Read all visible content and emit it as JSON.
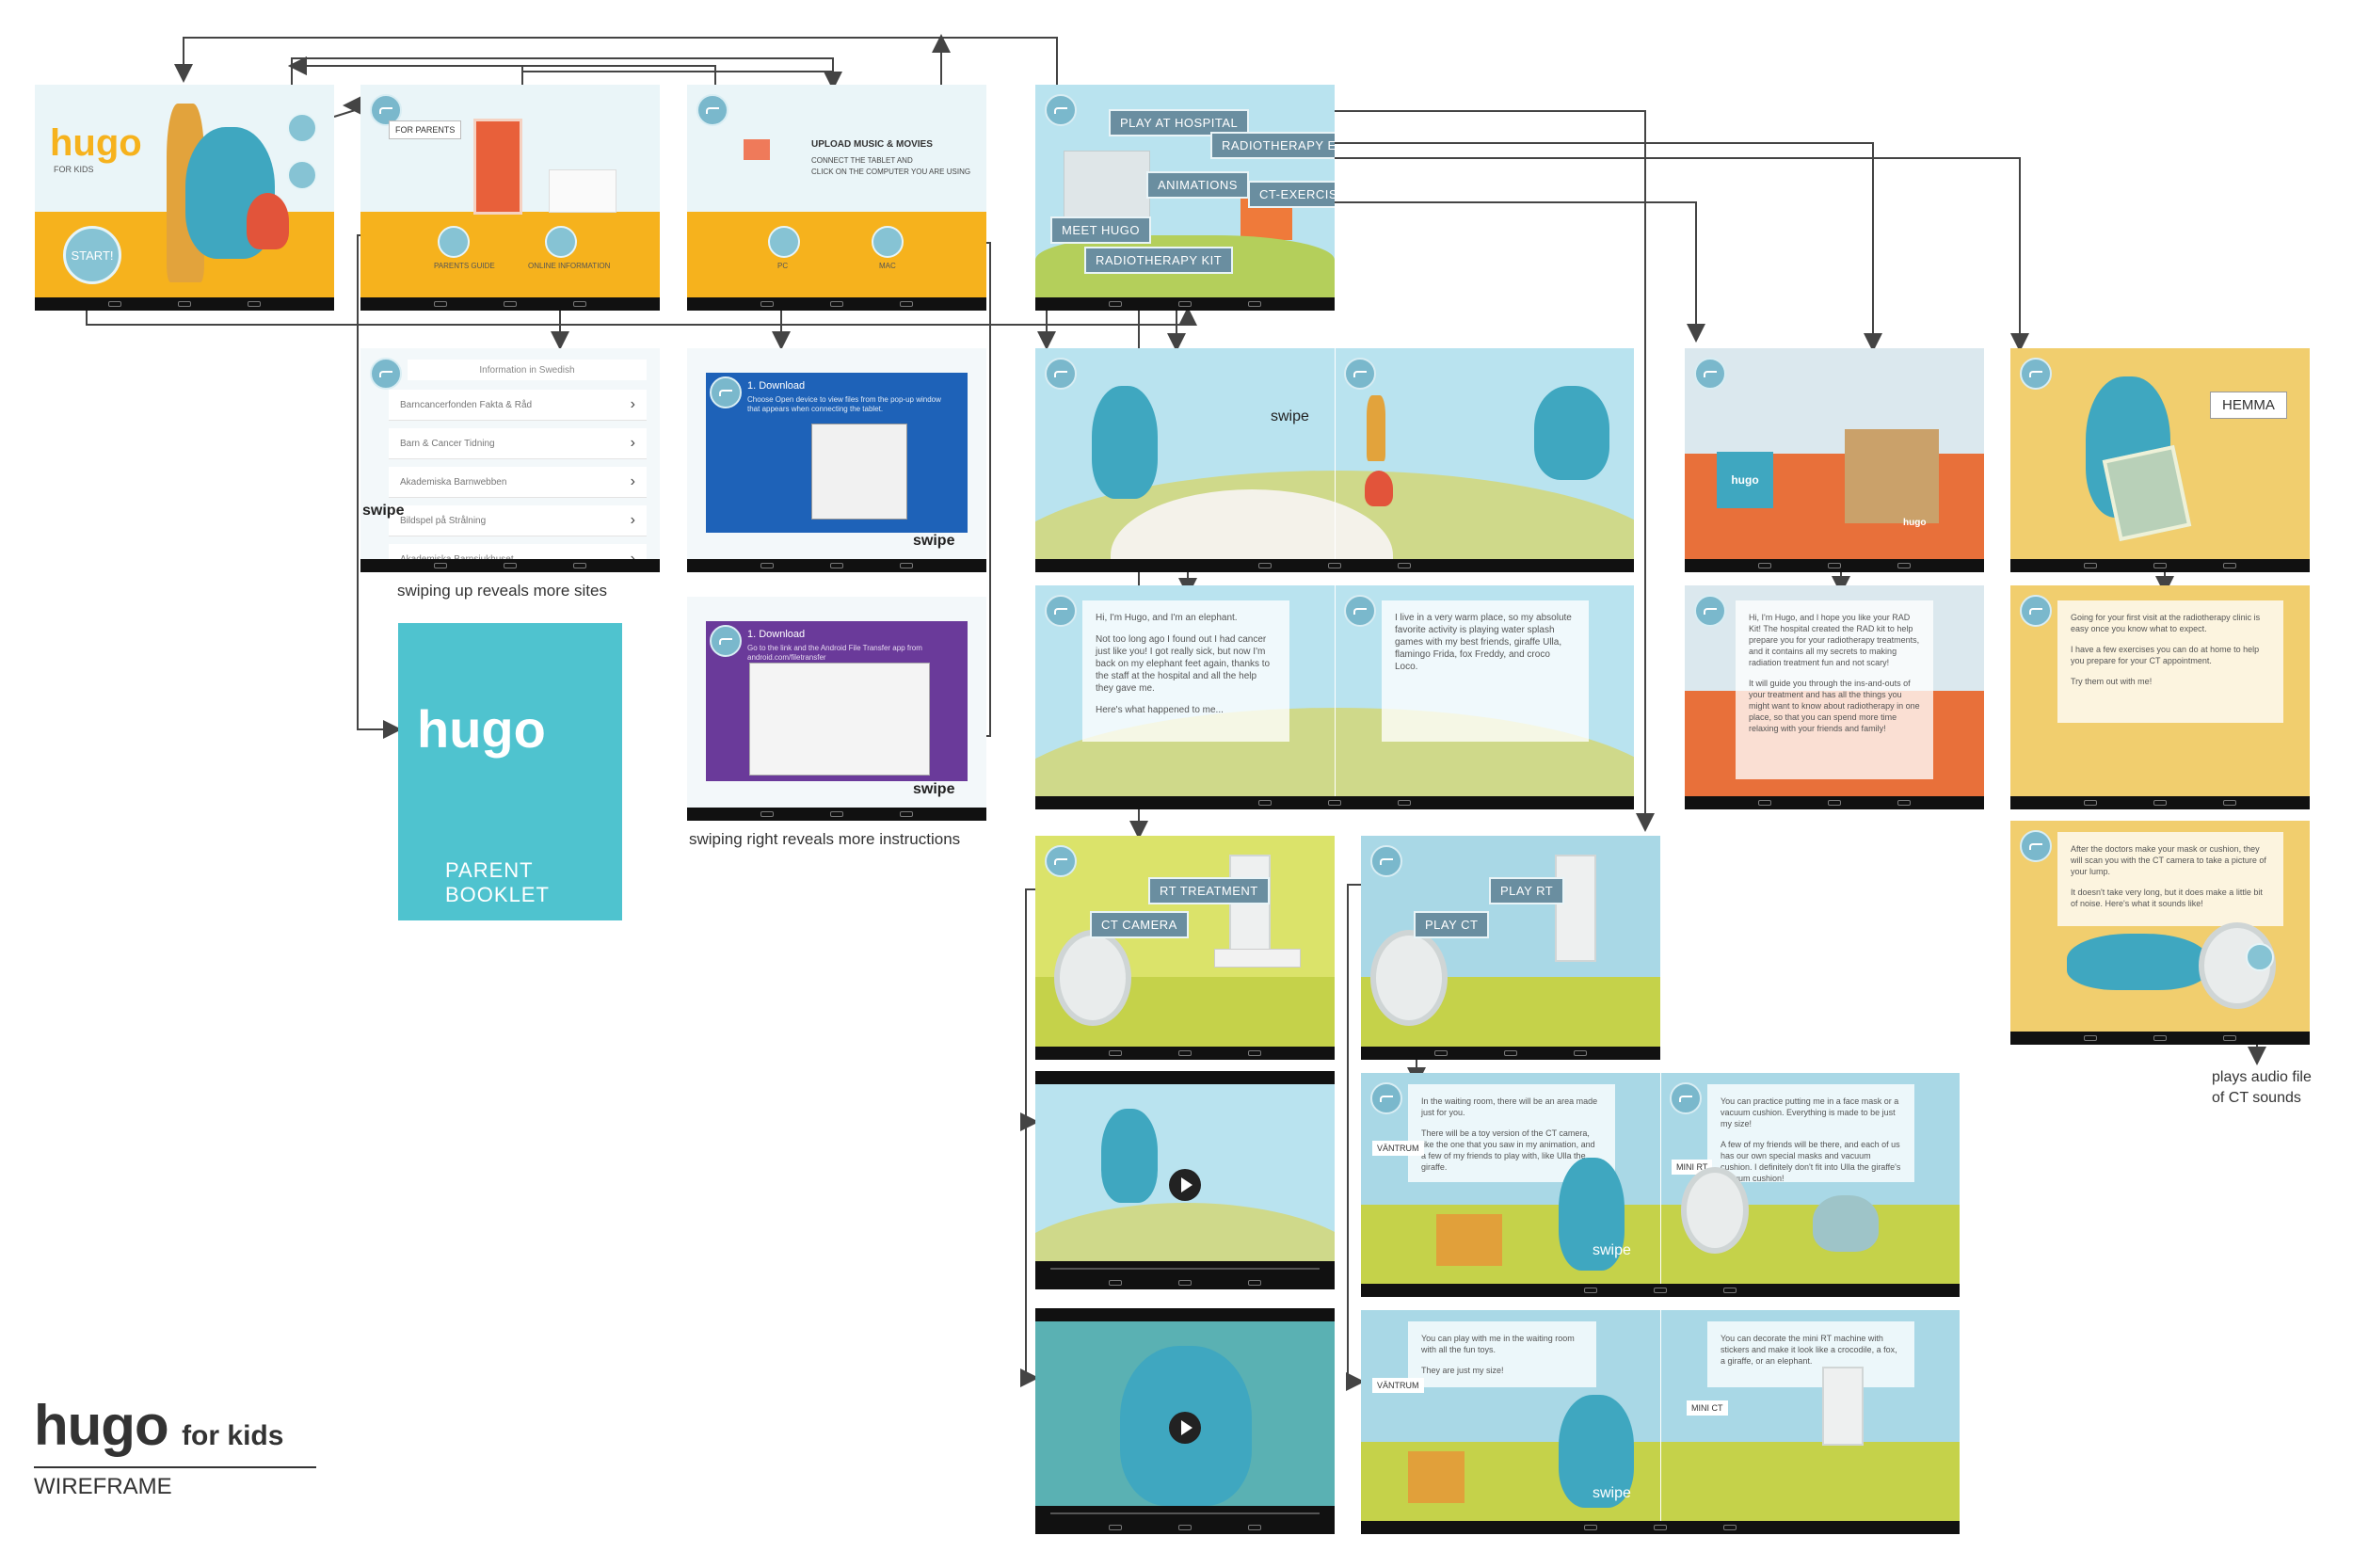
{
  "brand": {
    "name": "hugo",
    "suffix": "for kids",
    "subtitle": "WIREFRAME"
  },
  "home": {
    "logo": "hugo",
    "logo_sub": "FOR KIDS",
    "start": "START!"
  },
  "parents": {
    "sign": "FOR PARENTS",
    "guide": "PARENTS GUIDE",
    "online": "ONLINE INFORMATION"
  },
  "upload": {
    "title": "UPLOAD MUSIC & MOVIES",
    "line1": "CONNECT THE TABLET AND",
    "line2": "CLICK ON THE COMPUTER YOU ARE USING",
    "pc": "PC",
    "mac": "MAC"
  },
  "hospital": {
    "signs": [
      "PLAY AT HOSPITAL",
      "RADIOTHERAPY EXERCISES",
      "ANIMATIONS",
      "CT-EXERCISES",
      "MEET HUGO",
      "RADIOTHERAPY KIT"
    ]
  },
  "info_list": {
    "header": "Information in Swedish",
    "items": [
      "Barncancerfonden Fakta & Råd",
      "Barn & Cancer Tidning",
      "Akademiska Barnwebben",
      "Bildspel på Strålning",
      "Akademiska Barnsjukhuset"
    ]
  },
  "captions": {
    "swipe": "swipe",
    "up": "swiping up reveals more sites",
    "right": "swiping right reveals more instructions",
    "audio": "plays audio file\nof CT sounds"
  },
  "booklet": {
    "logo": "hugo",
    "title": "PARENT BOOKLET"
  },
  "pc_install": {
    "title": "1. Download",
    "text": "Choose Open device to view files from the pop-up window that appears when connecting the tablet."
  },
  "mac_install": {
    "title": "1. Download",
    "text": "Go to the link and the Android File Transfer app from android.com/filetransfer"
  },
  "meet": {
    "p1": [
      "Hi, I'm Hugo, and I'm an elephant.",
      "Not too long ago I found out I had cancer just like you! I got really sick, but now I'm back on my elephant feet again, thanks to the staff at the hospital and all the help they gave me.",
      "Here's what happened to me..."
    ],
    "p2": [
      "I live in a very warm place, so my absolute favorite activity is playing water splash games with my best friends, giraffe Ulla, flamingo Frida, fox Freddy, and croco Loco."
    ]
  },
  "kit": {
    "bag": "hugo",
    "box": "hugo",
    "text": [
      "Hi, I'm Hugo, and I hope you like your RAD Kit! The hospital created the RAD kit to help prepare you for your radiotherapy treatments, and it contains all my secrets to making radiation treatment fun and not scary!",
      "It will guide you through the ins-and-outs of your treatment and has all the things you might want to know about radiotherapy in one place, so that you can spend more time relaxing with your friends and family!"
    ]
  },
  "ct_ex": {
    "sign": "HEMMA",
    "text1": [
      "Going for your first visit at the radiotherapy clinic is easy once you know what to expect.",
      "I have a few exercises you can do at home to help you prepare for your CT appointment.",
      "Try them out with me!"
    ],
    "text2": [
      "After the doctors make your mask or cushion, they will scan you with the CT camera to take a picture of your lump.",
      "It doesn't take very long, but it does make a little bit of noise. Here's what it sounds like!"
    ]
  },
  "anim": {
    "rt": "RT TREATMENT",
    "ct": "CT CAMERA"
  },
  "play": {
    "rt": "PLAY RT",
    "ct": "PLAY CT"
  },
  "play_text": {
    "a": [
      "In the waiting room, there will be an area made just for you.",
      "There will be a toy version of the CT camera, like the one that you saw in my animation, and a few of my friends to play with, like Ulla the giraffe."
    ],
    "b": [
      "You can practice putting me in a face mask or a vacuum cushion. Everything is made to be just my size!",
      "A few of my friends will be there, and each of us has our own special masks and vacuum cushion. I definitely don't fit into Ulla the giraffe's vacuum cushion!"
    ],
    "c": [
      "You can play with me in the waiting room with all the fun toys.",
      "They are just my size!"
    ],
    "d": [
      "You can decorate the mini RT machine with stickers and make it look like a crocodile, a fox, a giraffe, or an elephant."
    ],
    "vantrum": "VÄNTRUM",
    "minirt": "MINI RT",
    "minict": "MINI CT"
  }
}
